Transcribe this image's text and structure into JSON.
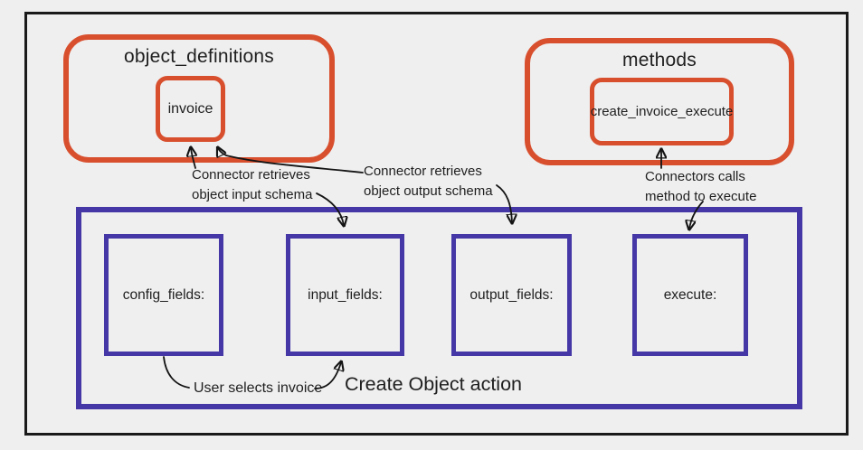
{
  "palette": {
    "background": "#efefef",
    "frame": "#1a1a1a",
    "orange": "#d84f2e",
    "purple": "#4538a6",
    "ink": "#1f1f1f"
  },
  "object_definitions_group": {
    "title": "object_definitions",
    "item": "invoice"
  },
  "methods_group": {
    "title": "methods",
    "item": "create_invoice_execute"
  },
  "action_container": {
    "label": "Create Object action",
    "fields": [
      {
        "label": "config_fields:"
      },
      {
        "label": "input_fields:"
      },
      {
        "label": "output_fields:"
      },
      {
        "label": "execute:"
      }
    ]
  },
  "annotations": {
    "retrieve_input": {
      "line1": "Connector retrieves",
      "line2": "object input schema"
    },
    "retrieve_output": {
      "line1": "Connector retrieves",
      "line2": "object output schema"
    },
    "call_method": {
      "line1": "Connectors calls",
      "line2": "method to execute"
    },
    "user_selects": {
      "text": "User selects invoice"
    }
  }
}
